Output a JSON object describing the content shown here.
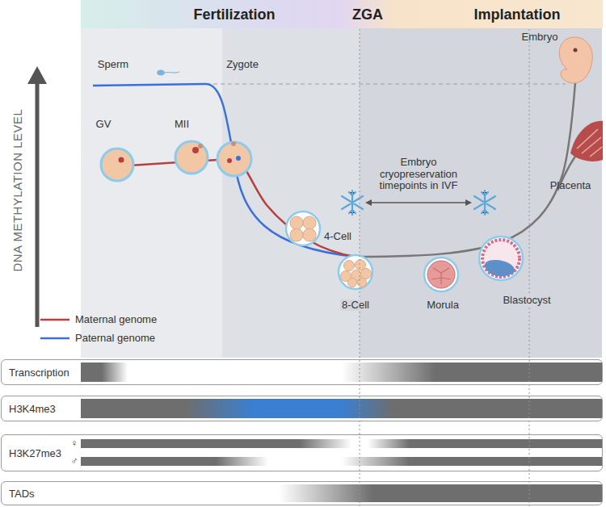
{
  "diagram": {
    "nodes": [
      {
        "text": [
          "Fertilization",
          "ZGA",
          "Implantation"
        ]
      },
      {
        "text": [
          "Transcription"
        ]
      },
      {
        "text": [
          "H3K4me3"
        ]
      },
      {
        "text": [
          "H3K27me3",
          "♀",
          "♂"
        ]
      },
      {
        "text": [
          "TADs"
        ]
      }
    ],
    "labels": [
      "Sperm",
      "Zygote",
      "GV",
      "MII",
      "4-Cell",
      "Embryo cryopreservation timepoints in IVF",
      "Embryo",
      "Placenta",
      "8-Cell",
      "Morula",
      "Blastocyst",
      "DNA METHYLATION LEVEL"
    ],
    "legend": [
      {
        "text": "Maternal genome"
      },
      {
        "text": "Paternal genome"
      }
    ]
  }
}
